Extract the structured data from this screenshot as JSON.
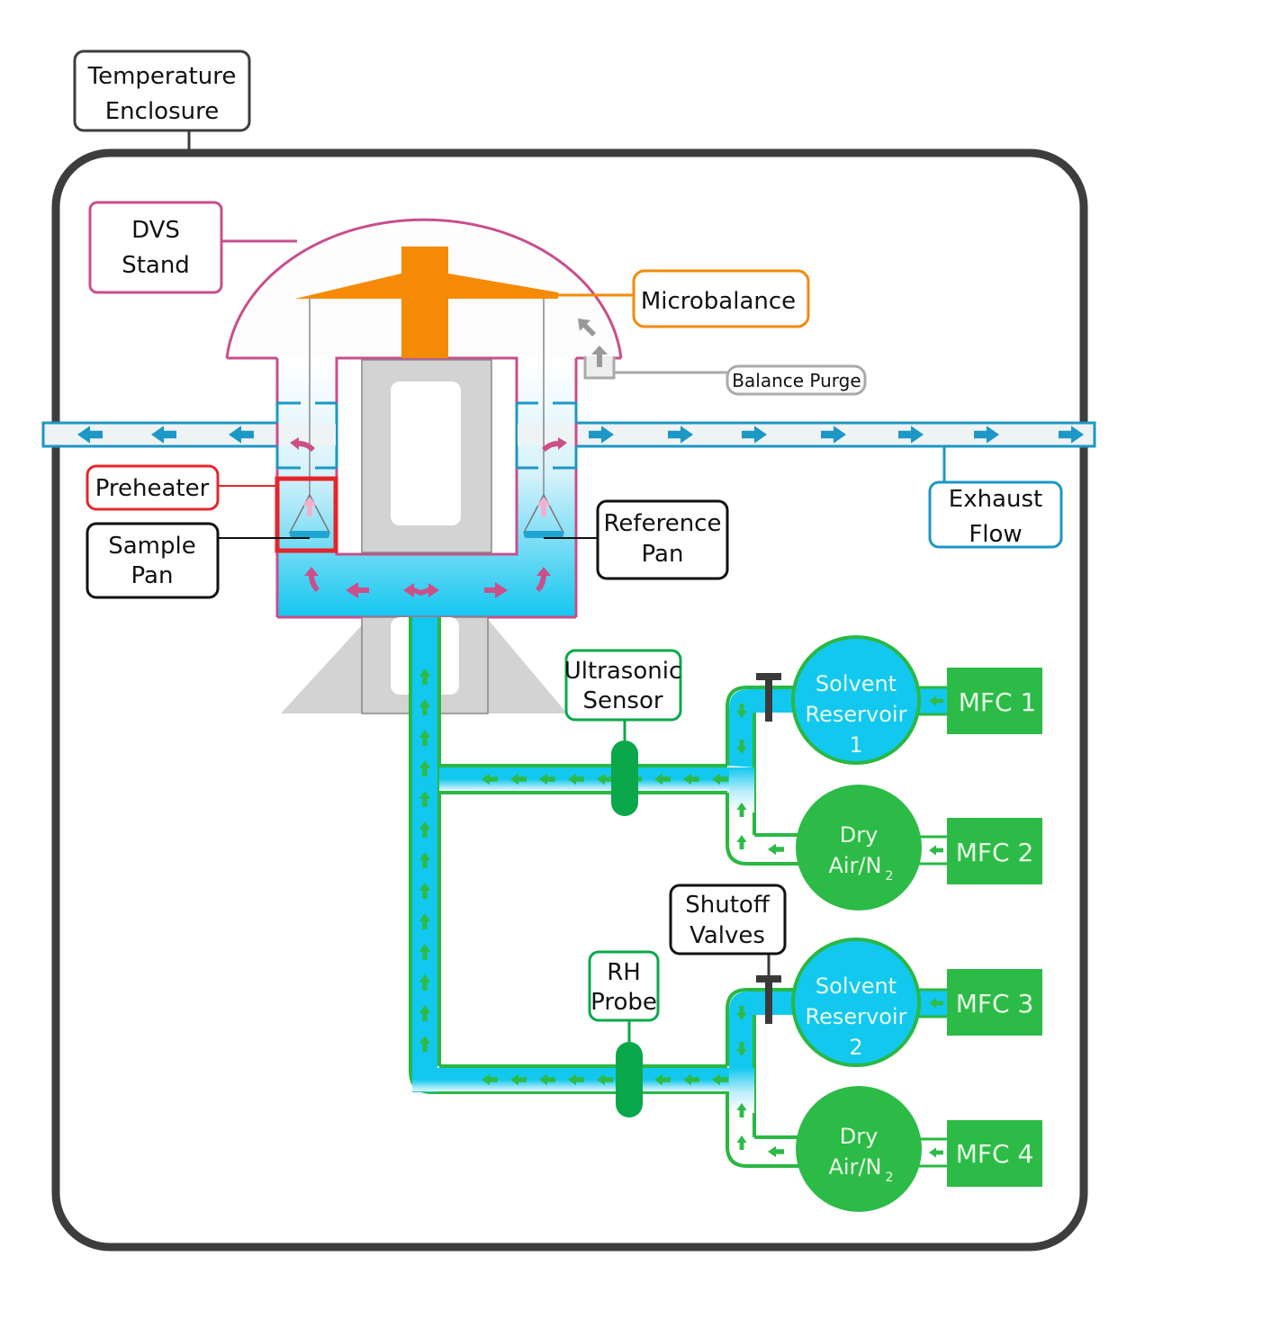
{
  "title": "DVS (Dynamic Vapor Sorption) instrument schematic",
  "colors": {
    "enclosure": "#3d3d3d",
    "dvs_stand": "#c84f8c",
    "microbalance": "#f58a07",
    "exhaust": "#1c97c6",
    "preheater": "#e5262d",
    "gas_line": "#29b843",
    "gas_fill": "#12c8ee",
    "sensor": "#0aa84a",
    "mfc": "#2dbb47",
    "purge": "#999999",
    "sample_arrows": "#cc4f88",
    "valve": "#3a3a3a"
  },
  "labels": {
    "temperature_enclosure": [
      "Temperature",
      "Enclosure"
    ],
    "dvs_stand": [
      "DVS",
      "Stand"
    ],
    "microbalance": "Microbalance",
    "balance_purge": "Balance Purge",
    "preheater": "Preheater",
    "sample_pan": [
      "Sample",
      "Pan"
    ],
    "reference_pan": [
      "Reference",
      "Pan"
    ],
    "exhaust_flow": [
      "Exhaust",
      "Flow"
    ],
    "ultrasonic_sensor": [
      "Ultrasonic",
      "Sensor"
    ],
    "rh_probe": [
      "RH",
      "Probe"
    ],
    "shutoff_valves": [
      "Shutoff",
      "Valves"
    ]
  },
  "gas_sources": [
    {
      "name": [
        "Solvent",
        "Reservoir",
        "1"
      ],
      "type": "solvent",
      "mfc": "MFC 1"
    },
    {
      "name": [
        "Dry",
        "Air/N"
      ],
      "subscript": "2",
      "type": "dry",
      "mfc": "MFC 2"
    },
    {
      "name": [
        "Solvent",
        "Reservoir",
        "2"
      ],
      "type": "solvent",
      "mfc": "MFC 3"
    },
    {
      "name": [
        "Dry",
        "Air/N"
      ],
      "subscript": "2",
      "type": "dry",
      "mfc": "MFC 4"
    }
  ]
}
